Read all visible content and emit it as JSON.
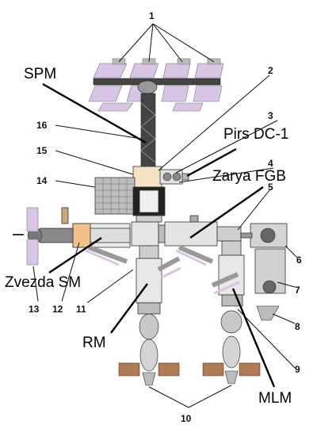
{
  "labels": {
    "n1": "1",
    "n2": "2",
    "n3": "3",
    "n4": "4",
    "n5": "5",
    "n6": "6",
    "n7": "7",
    "n8": "8",
    "n9": "9",
    "n10": "10",
    "n11": "11",
    "n12": "12",
    "n13": "13",
    "n14": "14",
    "n15": "15",
    "n16": "16",
    "spm": "SPM",
    "pirs": "Pirs DC-1",
    "zarya": "Zarya FGB",
    "zvezda": "Zvezda SM",
    "rm": "RM",
    "mlm": "MLM"
  },
  "colors": {
    "solar_panel": "#d9c6e6",
    "brown_panel": "#b07a55",
    "module": "#e8e8e8",
    "module_dark": "#9a9a9a",
    "zvezda_accent": "#f2c08a",
    "truss": "#444444"
  }
}
